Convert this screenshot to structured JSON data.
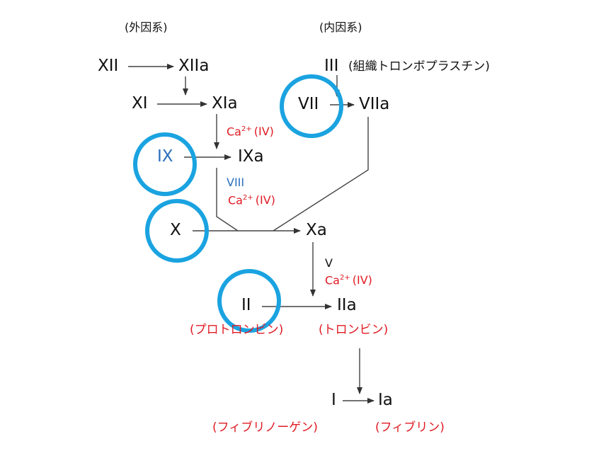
{
  "headers": {
    "extrinsic": "(外因系)",
    "intrinsic": "(内因系)"
  },
  "factors": {
    "XII": "XII",
    "XIIa": "XIIa",
    "XI": "XI",
    "XIa": "XIa",
    "IX": "IX",
    "IXa": "IXa",
    "X": "X",
    "Xa": "Xa",
    "II": "II",
    "IIa": "IIa",
    "I": "I",
    "Ia": "Ia",
    "III": "III",
    "VII": "VII",
    "VIIa": "VIIa"
  },
  "names": {
    "III": "(組織トロンボプラスチン)",
    "II": "(プロトロンビン)",
    "IIa": "(トロンビン)",
    "I": "(フィブリノーゲン)",
    "Ia": "(フィブリン)"
  },
  "cofactors": {
    "ca": "Ca",
    "ca_charge": "2+",
    "ca_iv": "(IV)",
    "viii": "VIII",
    "v": "V"
  },
  "colors": {
    "text": "#111111",
    "red": "#e01b24",
    "blue_text": "#2a6ebb",
    "highlight_circle": "#1aa3e0",
    "arrow": "#444444"
  }
}
